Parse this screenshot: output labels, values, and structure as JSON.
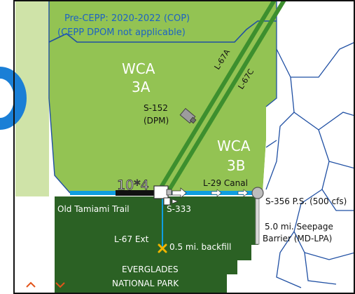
{
  "map": {
    "pre_cepp_line1": "Pre-CEPP: 2020-2022  (COP)",
    "pre_cepp_line2": "(CEPP DPOM  not applicable)",
    "wca3a_line1": "WCA",
    "wca3a_line2": "3A",
    "wca3b_line1": "WCA",
    "wca3b_line2": "3B",
    "l67a": "L-67A",
    "l67c": "L-67C",
    "s152_line1": "S-152",
    "s152_line2": "(DPM)",
    "ten_star_four": "10*4",
    "l29_canal": "L-29 Canal",
    "old_tamiami": "Old Tamiami Trail",
    "s333": "S-333",
    "s356": "S-356 P.S. (500 cfs)",
    "seepage_line1": "5.0 mi. Seepage",
    "seepage_line2": "Barrier (MD-LPA)",
    "l67ext": "L-67 Ext",
    "backfill": "0.5 mi. backfill",
    "everglades_line1": "EVERGLADES",
    "everglades_line2": "NATIONAL PARK"
  },
  "colors": {
    "wca_green": "#93c353",
    "park_green": "#2b6124",
    "pale_green": "#cfe3a8",
    "canal_blue": "#0f9ee0",
    "levee_green": "#3d8f2e",
    "boundary_blue": "#1f4fa3",
    "backfill_orange": "#f2b500",
    "marker_orange": "#e3541a"
  }
}
